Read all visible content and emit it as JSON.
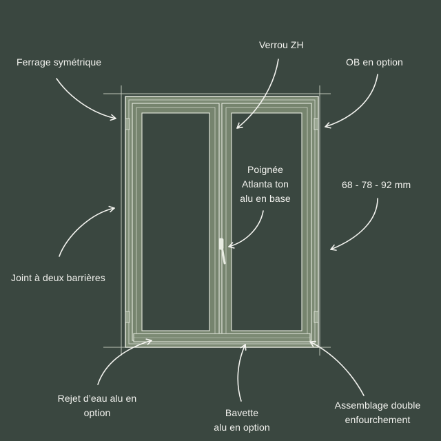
{
  "labels": {
    "ferrage": "Ferrage symétrique",
    "verrou": "Verrou ZH",
    "ob": "OB en option",
    "poignee_1": "Poignée",
    "poignee_2": "Atlanta ton",
    "poignee_3": "alu en base",
    "dimensions": "68 - 78 - 92 mm",
    "joint": "Joint à deux barrières",
    "rejet_1": "Rejet d’eau alu en",
    "rejet_2": "option",
    "bavette_1": "Bavette",
    "bavette_2": "alu en option",
    "assemblage_1": "Assemblage double",
    "assemblage_2": "enfourchement"
  },
  "colors": {
    "background": "#3a4740",
    "frame_fill": "#7c8a74",
    "frame_line": "#e8ece2",
    "glass": "#3a4740",
    "text": "#f3f3ef"
  }
}
